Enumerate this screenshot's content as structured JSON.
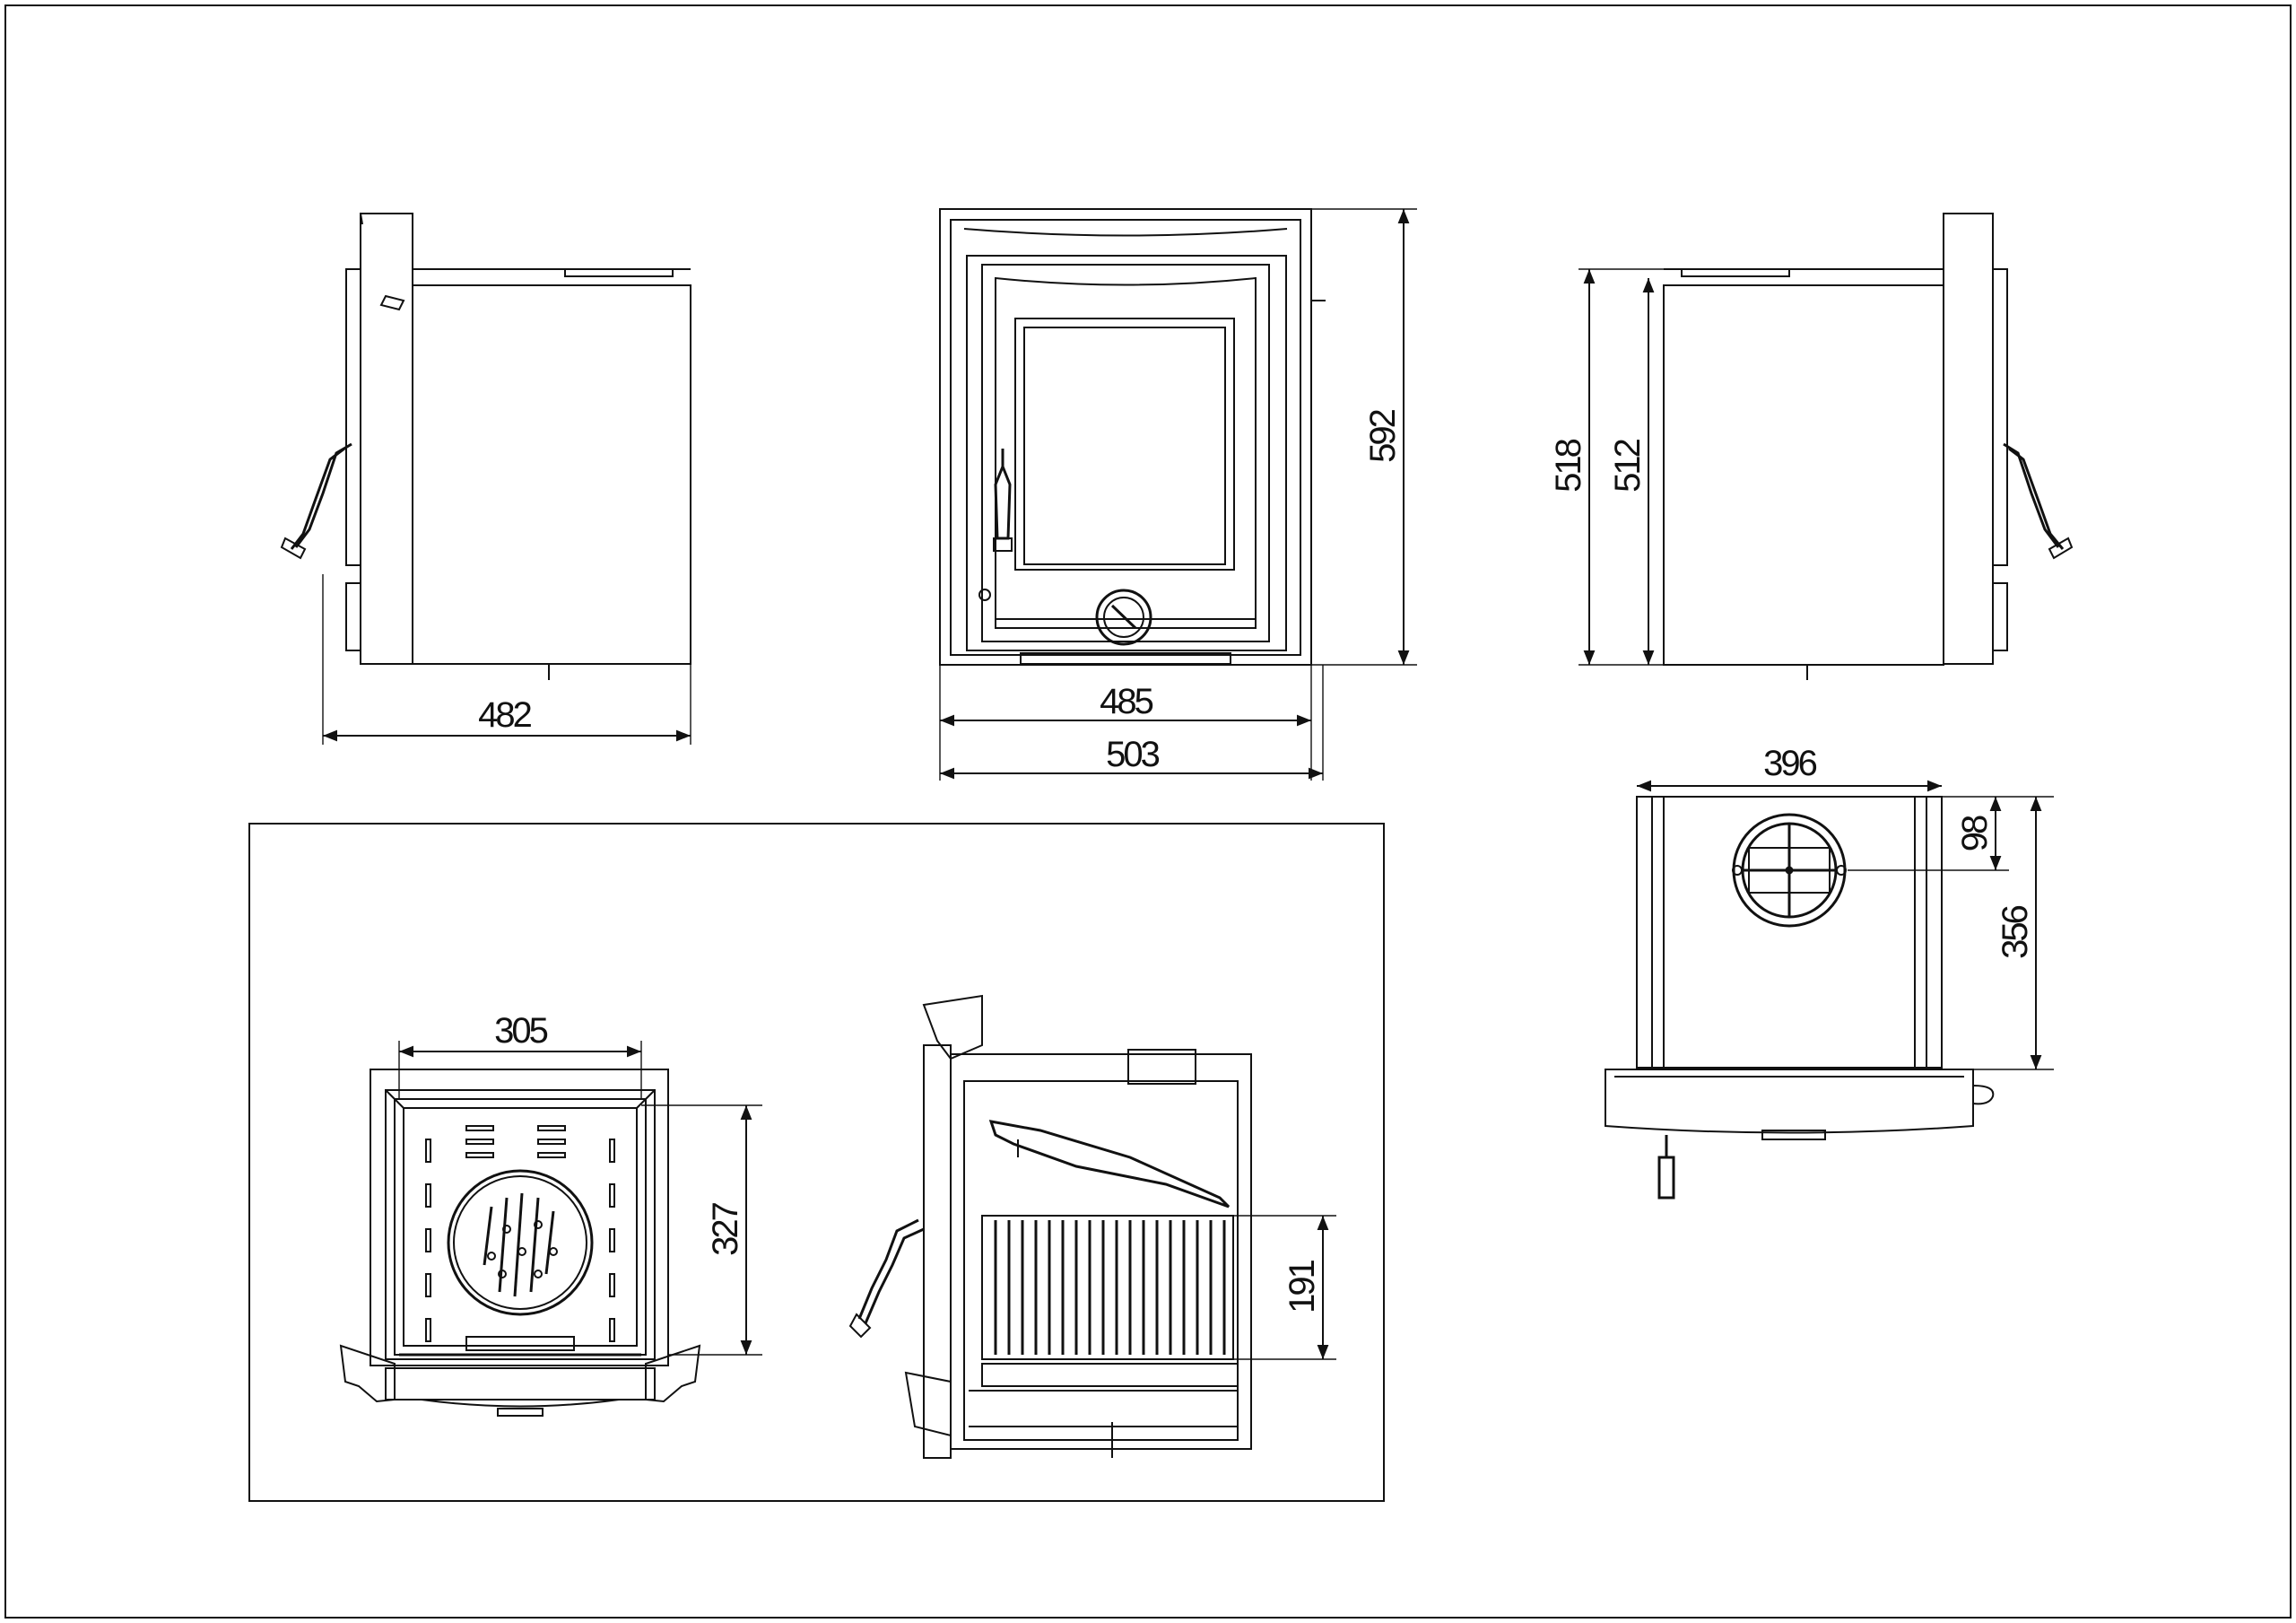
{
  "dimensions": {
    "side_left_depth": "482",
    "front_inner_width": "485",
    "front_outer_width": "503",
    "front_height": "592",
    "side_right_height_outer": "518",
    "side_right_height_inner": "512",
    "top_width": "396",
    "top_depth": "356",
    "top_flue_offset": "98",
    "section_front_width": "305",
    "section_front_height": "327",
    "section_side_height": "191"
  },
  "colors": {
    "line": "#111111",
    "background": "#ffffff"
  }
}
